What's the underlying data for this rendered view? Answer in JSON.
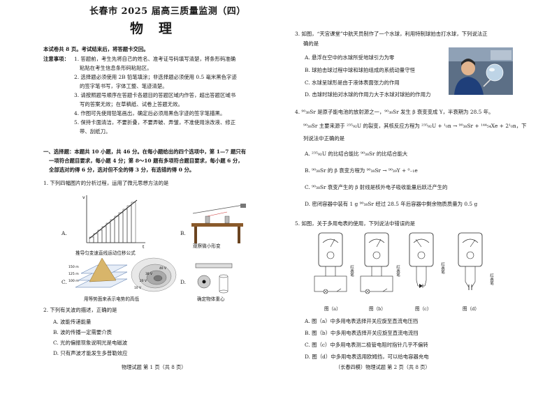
{
  "left": {
    "title": "长春市 2025 届高三质量监测（四）",
    "subject": "物理",
    "intro": "本试卷共 8 页。考试结束后，将答题卡交回。",
    "notes_label": "注意事项：",
    "notes": [
      "1. 答题前，考生先将自己的姓名、准考证号码填写清楚，将条形码准确",
      "粘贴在考生信息条形码粘贴区。",
      "2. 选择题必须使用 2B 铅笔填涂；非选择题必须使用 0.5 毫米黑色字迹",
      "的签字笔书写，字体工整、笔迹清楚。",
      "3. 请按照题号顺序在答题卡各题目的答题区域内作答，超出答题区域书",
      "写的答案无效；在草稿纸、试卷上答题无效。",
      "4. 作图可先使用铅笔画出，确定后必须用黑色字迹的签字笔描黑。",
      "5. 保持卡面清洁，不要折叠，不要弄破、弄皱，不准使用涂改液、修正",
      "带、刮纸刀。"
    ],
    "section": [
      "一、选择题：本题共 10 小题，共 46 分。在每小题给出的四个选项中，第 1—7 题只有",
      "一项符合题目要求，每小题 4 分；第 8～10 题有多项符合题目要求，每小题 6 分，",
      "全部选对的得 6 分，选对但不全的得 3 分，有选错的得 0 分。"
    ],
    "q1": {
      "stem": "1. 下列四幅图片的分析过程，运用了微元思想方法的是",
      "label_a": "A.",
      "label_b": "B.",
      "label_c": "C.",
      "label_d": "D.",
      "cap_a": "推导匀变速直线运动位移公式",
      "cap_b": "观察微小形变",
      "cap_c": "用等势面来表示电势的高低",
      "cap_d": "确定物体重心",
      "axis_v": "v",
      "axis_t": "t",
      "alt_150": "150 m",
      "alt_125": "125 m",
      "alt_100": "100 m",
      "v10": "10 V",
      "v20": "20 V",
      "v30": "30 V",
      "v40": "40 V"
    },
    "q2": {
      "stem": "2. 下列有关波的描述，正确的是",
      "options": [
        "A. 波能传递能量",
        "B. 波的传播一定需要介质",
        "C. 光的偏振现象说明光是电磁波",
        "D. 只有声波才能发生多普勒效应"
      ]
    },
    "footer": "物理试题  第 1 页（共 8 页）"
  },
  "right": {
    "q3": {
      "stem1": "3. 如图，“天宫课堂”中航天员制作了一个水球，利用特制球拍击打水球，下列说法正",
      "stem2": "确的是",
      "options": [
        "A. 悬浮在空中的水球所受地球引力为零",
        "B. 球拍击球过程中球和球拍组成的系统动量守恒",
        "C. 水球呈球形是由于液体表面张力的作用",
        "D. 击球时球拍对水球的作用力大于水球对球拍的作用力"
      ]
    },
    "q4": {
      "line1": "4. ⁹⁰₃₈Sr 是原子能电池的放射源之一，⁹⁰₃₈Sr 发生 β 衰变变成 Y，半衰期为 28.5 年。",
      "line2": "⁹⁰₃₈Sr 主要来源于 ²³⁵₉₂U 的裂变，其核反应方程为 ²³⁵₉₂U + ¹₀n → ⁹⁰₃₈Sr + ¹⁴⁴₅₄Xe + 2¹₀n，下",
      "line3": "列说法中正确的是",
      "options": [
        "A. ²³⁵₉₂U 的比结合能比 ⁹⁰₃₈Sr 的比结合能大",
        "B. ⁹⁰₃₈Sr 的 β 衰变方程为 ⁹⁰₃₈Sr → ⁹⁰₃₉Y + ⁰₋₁e",
        "C. ⁹⁰₃₈Sr 衰变产生的 β 射线是核外电子吸收能量后跃迁产生的",
        "D. 密闭容器中装有 1 g ⁹⁰₃₈Sr 经过 28.5 年后容器中剩余物质质量为 0.5 g"
      ]
    },
    "q5": {
      "stem": "5. 如图，关于多用电表的使用，下列说法中错误的是",
      "captions": [
        "图（a）",
        "图（b）",
        "图（c）",
        "图（d）"
      ],
      "probe": "红表笔",
      "options": [
        "A. 图（a）中多用电表选择开关应旋至直流电压挡",
        "B. 图（b）中多用电表选择开关应旋至直流电流挡",
        "C. 图（c）中多用电表测二极管电阻时指针几乎不偏转",
        "D. 图（d）中多用电表选用欧姆挡，可以给电容器充电"
      ]
    },
    "footer": "（长春四模）物理试题  第 2 页（共 8 页）"
  }
}
